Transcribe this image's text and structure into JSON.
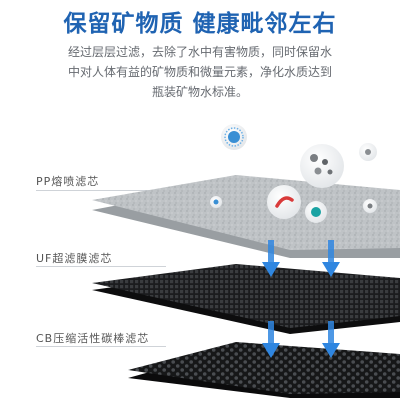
{
  "headline": "保留矿物质 健康毗邻左右",
  "description": {
    "lines": [
      "经过层层过滤，去除了水中有害物质，同时保留水",
      "中对人体有益的矿物质和微量元素，净化水质达到",
      "瓶装矿物水标准。"
    ]
  },
  "layers": [
    {
      "label": "PP熔喷滤芯"
    },
    {
      "label": "UF超滤膜滤芯"
    },
    {
      "label": "CB压缩活性碳棒滤芯"
    }
  ],
  "colors": {
    "headline": "#1f63b2",
    "arrow": "#2f86e0"
  }
}
